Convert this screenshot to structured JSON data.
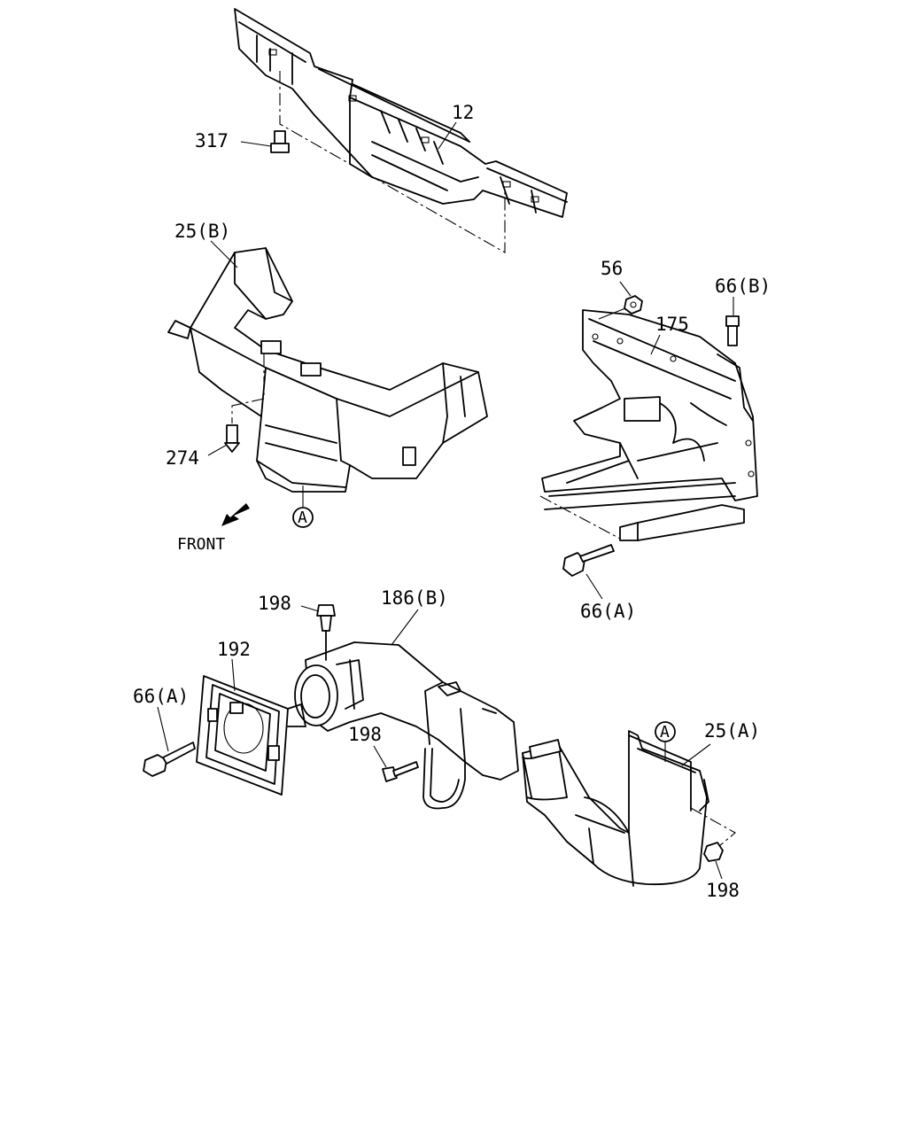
{
  "callouts": {
    "c12": "12",
    "c317": "317",
    "c25b": "25(B)",
    "c274": "274",
    "c56": "56",
    "c66b": "66(B)",
    "c175": "175",
    "c66a_right": "66(A)",
    "c198_top": "198",
    "c186b": "186(B)",
    "c192": "192",
    "c66a_left": "66(A)",
    "c198_mid": "198",
    "c25a": "25(A)",
    "c198_right": "198",
    "marker_a_top": "A",
    "marker_a_bottom": "A"
  },
  "front_label": "FRONT"
}
